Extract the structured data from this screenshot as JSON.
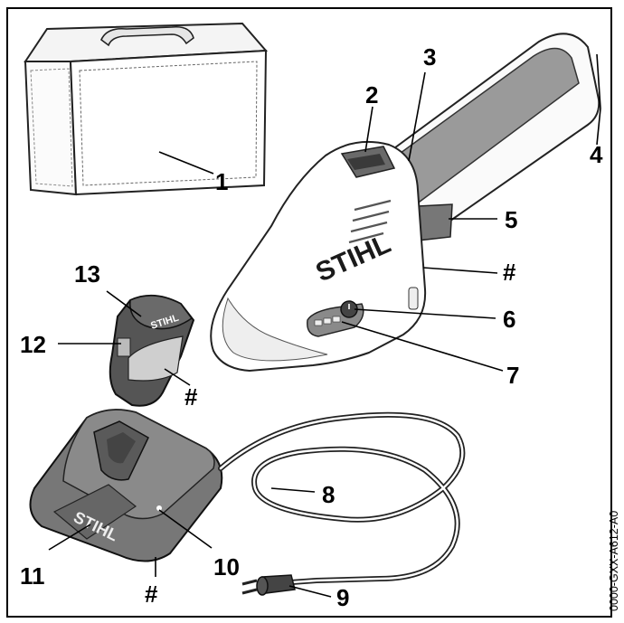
{
  "labels": {
    "l1": "1",
    "l2": "2",
    "l3": "3",
    "l4": "4",
    "l5": "5",
    "l6": "6",
    "l7": "7",
    "l8": "8",
    "l9": "9",
    "l10": "10",
    "l11": "11",
    "l12": "12",
    "l13": "13",
    "hash_trimmer": "#",
    "hash_battery": "#",
    "hash_charger": "#"
  },
  "brand": {
    "trimmer": "STIHL",
    "battery": "STIHL",
    "charger": "STIHL"
  },
  "figure_code": "0000-GXX-A612-A0"
}
